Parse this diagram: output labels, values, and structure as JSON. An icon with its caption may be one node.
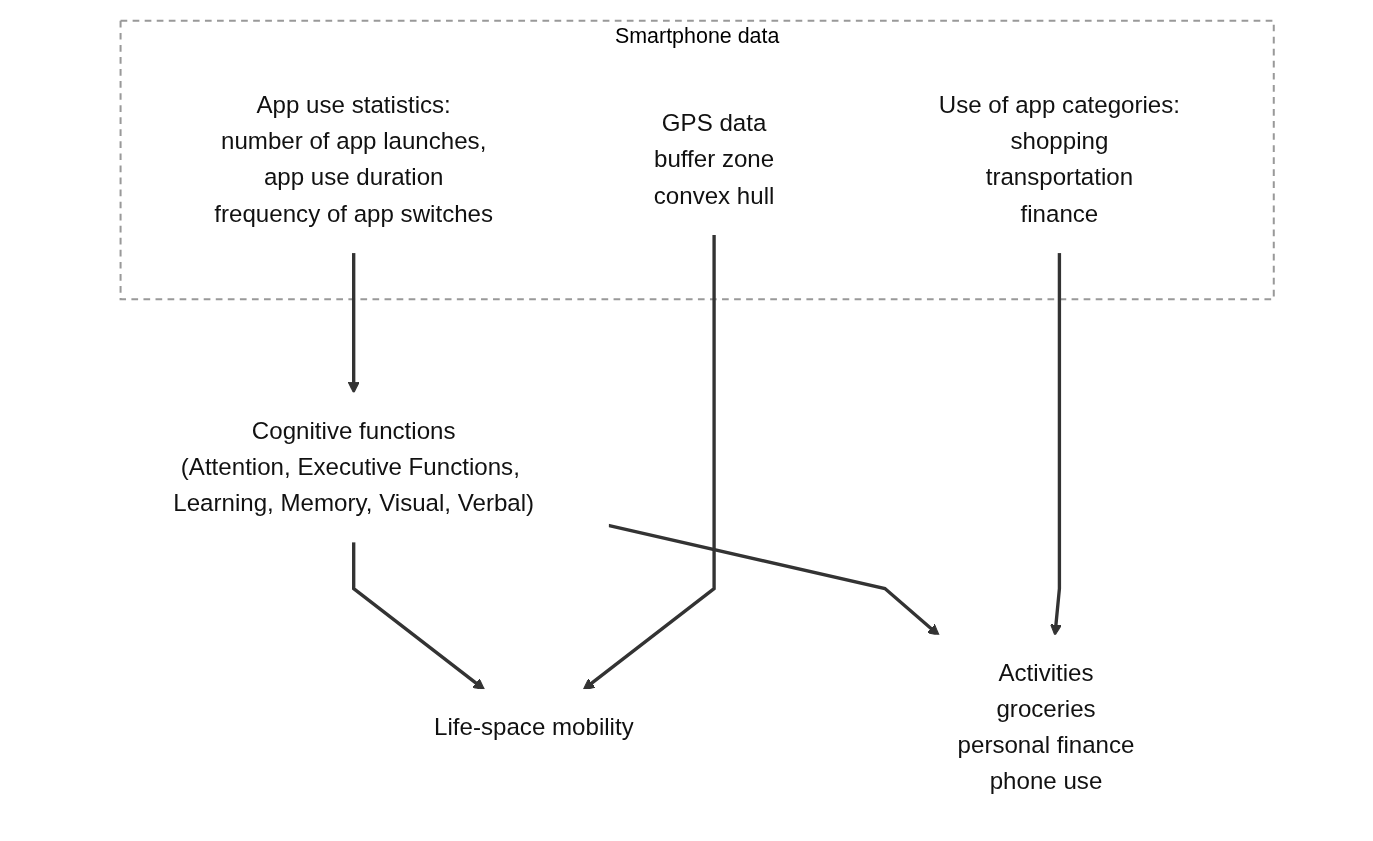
{
  "diagram": {
    "nodes": [
      {
        "text": [
          "Cognitive functions",
          "(Attention, Executive Functions, Learning, Memory, Visual, Verbal)"
        ]
      },
      {
        "text": [
          "Smartphone data"
        ]
      },
      {
        "text": [
          "App use statistics:",
          "number of app launches,",
          "app use duration",
          "frequency of app switches"
        ],
        "in": 1
      },
      {
        "text": [
          "GPS data",
          "buffer zone",
          "convex hull"
        ],
        "in": 1
      },
      {
        "text": [
          "Use of app categories:",
          "shopping",
          "transportation",
          "finance"
        ],
        "in": 1
      },
      {
        "text": [
          "Life-space mobility"
        ]
      },
      {
        "text": [
          "Activities",
          "groceries",
          "personal finance",
          "phone use"
        ]
      }
    ],
    "edges": [
      {
        "from": 2,
        "to": 0,
        "arrow": "to"
      },
      {
        "from": 0,
        "to": 5,
        "arrow": "to"
      },
      {
        "from": 0,
        "to": 6,
        "arrow": "to"
      },
      {
        "from": 3,
        "to": 5,
        "arrow": "to"
      },
      {
        "from": 4,
        "to": 6,
        "arrow": "to"
      }
    ]
  }
}
